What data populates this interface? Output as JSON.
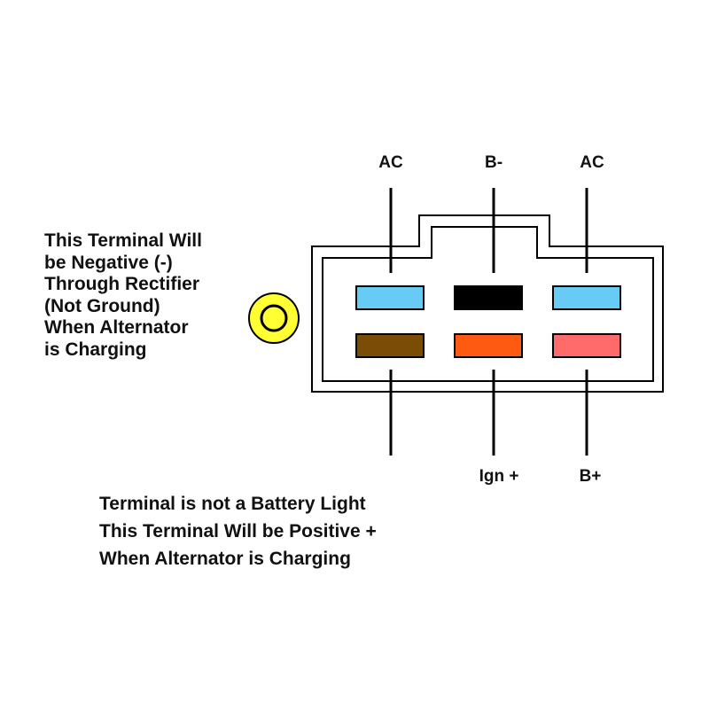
{
  "labels": {
    "top_left": "AC",
    "top_center": "B-",
    "top_right": "AC",
    "bottom_center": "Ign +",
    "bottom_right": "B+"
  },
  "left_note": [
    "This Terminal Will",
    "be Negative (-)",
    "Through Rectifier",
    "(Not Ground)",
    "When Alternator",
    "is Charging"
  ],
  "bottom_note": [
    "Terminal is not a Battery Light",
    "This Terminal Will be Positive +",
    "When Alternator is Charging"
  ],
  "terminal_colors": {
    "top_left": "#66ccf5",
    "top_center": "#000000",
    "top_right": "#66ccf5",
    "bottom_left": "#7a4c05",
    "bottom_center": "#ff5a12",
    "bottom_right": "#ff6b6b"
  },
  "marker_color": "#ffff33"
}
